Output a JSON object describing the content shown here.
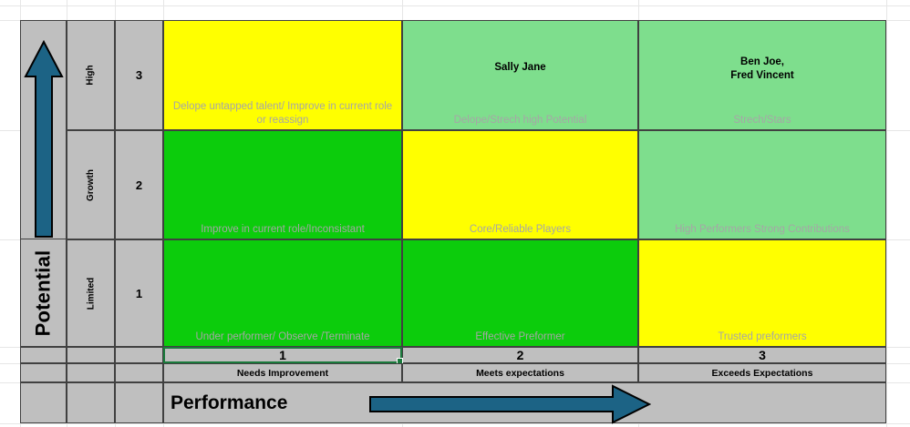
{
  "app": {
    "kind": "spreadsheet-nine-box-talent-matrix"
  },
  "colors": {
    "gray": "#BFBFBF",
    "yellow": "#FFFF00",
    "green": "#0CCC0C",
    "light_green": "#7EDE8D",
    "arrow": "#1C6385",
    "caption_text": "#A6A6A6",
    "border": "#404040",
    "selection": "#1A7A3C"
  },
  "axes": {
    "y_title": "Potential",
    "x_title": "Performance",
    "y_levels": [
      {
        "label": "High",
        "number": "3"
      },
      {
        "label": "Growth",
        "number": "2"
      },
      {
        "label": "Limited",
        "number": "1"
      }
    ],
    "x_levels": [
      {
        "number": "1",
        "label": "Needs Improvement"
      },
      {
        "number": "2",
        "label": "Meets expectations"
      },
      {
        "number": "3",
        "label": "Exceeds Expectations"
      }
    ]
  },
  "matrix": {
    "rows": [
      {
        "row_label": "High",
        "row_number": "3",
        "cells": [
          {
            "caption": "Delope untapped talent/ Improve in current role or reassign",
            "names": "",
            "fill": "yellow"
          },
          {
            "caption": "Delope/Strech high Potential",
            "names": "Sally Jane",
            "fill": "light_green"
          },
          {
            "caption": "Strech/Stars",
            "names": "Ben Joe,\nFred Vincent",
            "fill": "light_green"
          }
        ]
      },
      {
        "row_label": "Growth",
        "row_number": "2",
        "cells": [
          {
            "caption": "Improve in current role/Inconsistant",
            "names": "",
            "fill": "green"
          },
          {
            "caption": "Core/Reliable Players",
            "names": "",
            "fill": "yellow"
          },
          {
            "caption": "High Performers Strong Contributions",
            "names": "",
            "fill": "light_green"
          }
        ]
      },
      {
        "row_label": "Limited",
        "row_number": "1",
        "cells": [
          {
            "caption": "Under performer/ Observe /Terminate",
            "names": "",
            "fill": "green"
          },
          {
            "caption": "Effective Preformer",
            "names": "",
            "fill": "green"
          },
          {
            "caption": "Trusted preformers",
            "names": "",
            "fill": "yellow"
          }
        ]
      }
    ]
  },
  "icons": {
    "up_arrow": "up-arrow-icon",
    "right_arrow": "right-arrow-icon"
  }
}
